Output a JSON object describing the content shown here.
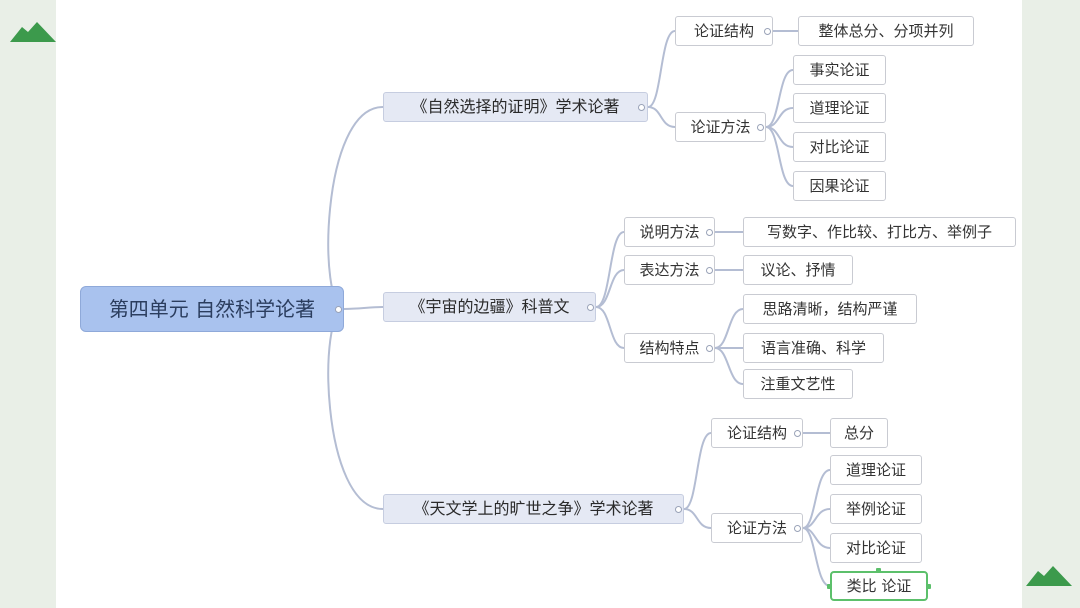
{
  "root": {
    "label": "第四单元 自然科学论著"
  },
  "branch1": {
    "label": "《自然选择的证明》学术论著",
    "structure": {
      "label": "论证结构",
      "detail": "整体总分、分项并列"
    },
    "method": {
      "label": "论证方法",
      "items": [
        "事实论证",
        "道理论证",
        "对比论证",
        "因果论证"
      ]
    }
  },
  "branch2": {
    "label": "《宇宙的边疆》科普文",
    "explain": {
      "label": "说明方法",
      "detail": "写数字、作比较、打比方、举例子"
    },
    "express": {
      "label": "表达方法",
      "detail": "议论、抒情"
    },
    "structure": {
      "label": "结构特点",
      "items": [
        "思路清晰，结构严谨",
        "语言准确、科学",
        "注重文艺性"
      ]
    }
  },
  "branch3": {
    "label": "《天文学上的旷世之争》学术论著",
    "structure": {
      "label": "论证结构",
      "detail": "总分"
    },
    "method": {
      "label": "论证方法",
      "items": [
        "道理论证",
        "举例论证",
        "对比论证",
        "类比 论证"
      ]
    }
  },
  "colors": {
    "root_fill": "#a9c2ee",
    "branch_fill": "#e5e9f4",
    "connector": "#b4bdd3",
    "selection": "#5cc06b"
  }
}
